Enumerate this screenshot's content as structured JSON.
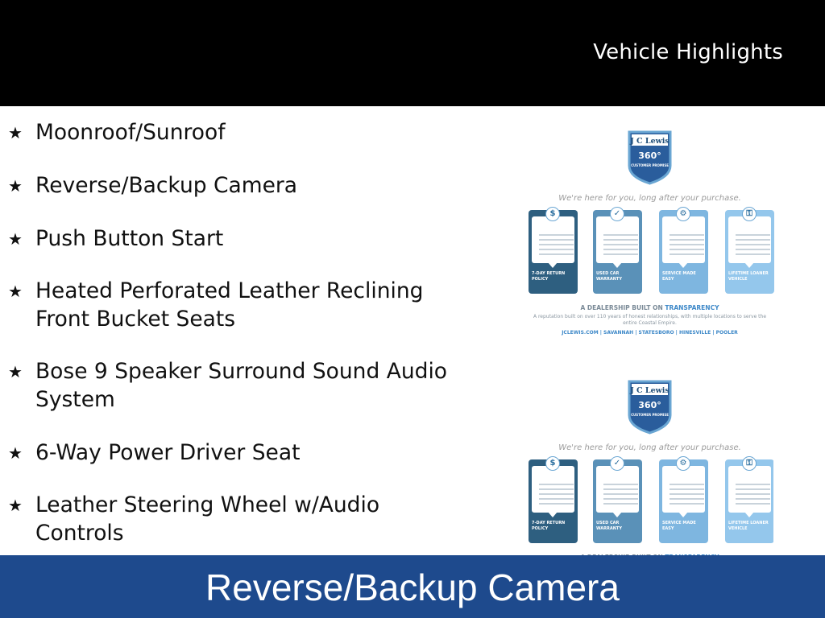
{
  "header": {
    "title": "Vehicle Highlights"
  },
  "features": [
    "Moonroof/Sunroof",
    "Reverse/Backup Camera",
    "Push Button Start",
    "Heated Perforated Leather Reclining Front Bucket Seats",
    "Bose 9 Speaker Surround Sound Audio System",
    "6-Way Power Driver Seat",
    "Leather Steering Wheel w/Audio Controls"
  ],
  "promo": {
    "brand": "J C Lewis",
    "badge_number": "360°",
    "promise": "CUSTOMER PROMISE",
    "tagline": "We're here for you, long after your purchase.",
    "cards": [
      {
        "label": "7-DAY RETURN POLICY",
        "icon": "dollar-refresh-icon"
      },
      {
        "label": "USED CAR WARRANTY",
        "icon": "shield-check-icon"
      },
      {
        "label": "SERVICE MADE EASY",
        "icon": "car-service-icon"
      },
      {
        "label": "LIFETIME LOANER VEHICLE",
        "icon": "car-key-icon"
      }
    ],
    "dealership_prefix": "A DEALERSHIP BUILT ON",
    "dealership_accent": "TRANSPARENCY",
    "reputation": "A reputation built on over 110 years of honest relationships, with multiple locations to serve the entire Coastal Empire.",
    "locations": "JCLEWIS.COM | SAVANNAH | STATESBORO | HINESVILLE | POOLER"
  },
  "caption": {
    "text": "Reverse/Backup Camera"
  },
  "colors": {
    "header_bg": "#000000",
    "caption_bg": "#1e4a8d",
    "accent": "#3d88c8"
  }
}
